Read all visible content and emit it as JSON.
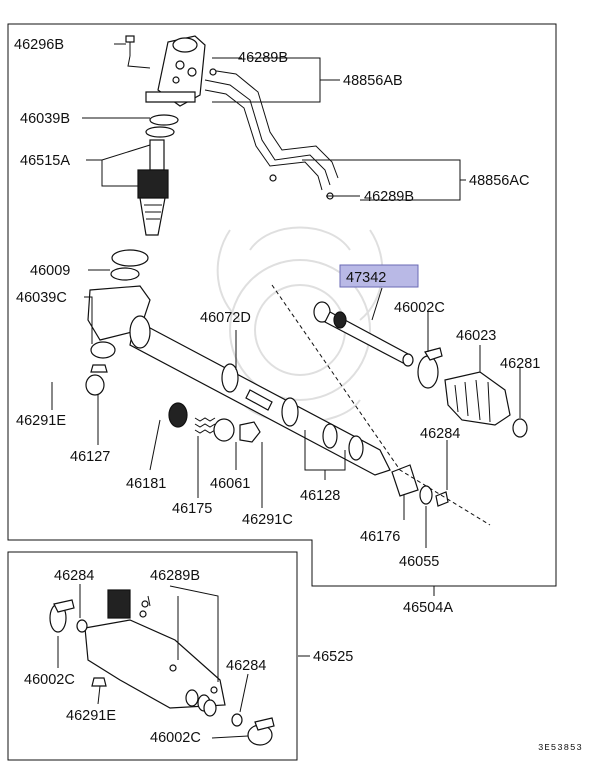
{
  "diagram": {
    "highlight_color": "#b9b9e6",
    "highlighted_part": "47342",
    "drawing_code": "3E53853",
    "labels": {
      "p46296B": "46296B",
      "p46289B_top": "46289B",
      "p48856AB": "48856AB",
      "p46039B": "46039B",
      "p46515A": "46515A",
      "p48856AC": "48856AC",
      "p46289B_mid": "46289B",
      "p46009": "46009",
      "p47342": "47342",
      "p46039C": "46039C",
      "p46072D": "46072D",
      "p46002C_top": "46002C",
      "p46023": "46023",
      "p46281": "46281",
      "p46291E_top": "46291E",
      "p46284_top": "46284",
      "p46127": "46127",
      "p46181": "46181",
      "p46061": "46061",
      "p46128": "46128",
      "p46175": "46175",
      "p46291C": "46291C",
      "p46176": "46176",
      "p46055": "46055",
      "p46504A": "46504A",
      "p46284_b1": "46284",
      "p46289B_b": "46289B",
      "p46525": "46525",
      "p46002C_b1": "46002C",
      "p46284_b2": "46284",
      "p46291E_b": "46291E",
      "p46002C_b2": "46002C"
    }
  }
}
